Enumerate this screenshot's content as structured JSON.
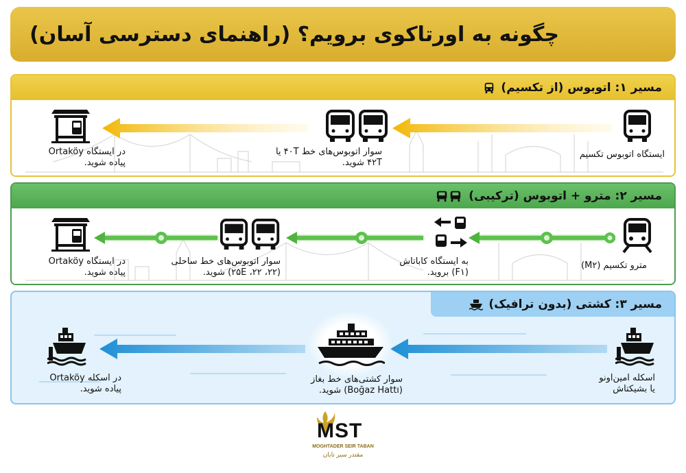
{
  "title": "چگونه به اورتاکوی برویم؟ (راهنمای دسترسی آسان)",
  "routes": {
    "r1": {
      "heading": "مسیر ۱: اتوبوس (از تکسیم)",
      "icon": "bus-icon",
      "color": "#e6bf2c",
      "start_label": "ایستگاه اتوبوس تکسیم",
      "mid_line1": "سوار اتوبوس‌های خط ۴۰T یا",
      "mid_line2": "۴۲T شوید.",
      "end_line1": "در ایستگاه Ortaköy",
      "end_line2": "پیاده شوید."
    },
    "r2": {
      "heading": "مسیر ۲: مترو + اتوبوس (ترکیبی)",
      "icon": "metro-bus-icon",
      "color": "#4ca74d",
      "start_label": "مترو تکسیم (M۲)",
      "transfer_line1": "به ایستگاه کاباتاش",
      "transfer_line2": "(F۱) بروید.",
      "mid_line1": "سوار اتوبوس‌های خط ساحلی",
      "mid_line2": "(۲۲، ۲۵E ،۲۲) شوید.",
      "end_line1": "در ایستگاه Ortaköy",
      "end_line2": "پیاده شوید."
    },
    "r3": {
      "heading": "مسیر ۳: کشتی (بدون ترافیک)",
      "icon": "ship-icon",
      "color": "#1f8fd6",
      "start_line1": "اسکله امین‌اونو",
      "start_line2": "یا بشیکتاش",
      "mid_line1": "سوار کشتی‌های خط بغاز",
      "mid_line2": "(Boğaz Hattı) شوید.",
      "end_line1": "در اسکله Ortaköy",
      "end_line2": "پیاده شوید."
    }
  },
  "logo": {
    "mark": "MST",
    "name_en": "MOGHTADER SEIR TABAN",
    "name_fa": "مقتدر سیر تابان"
  }
}
